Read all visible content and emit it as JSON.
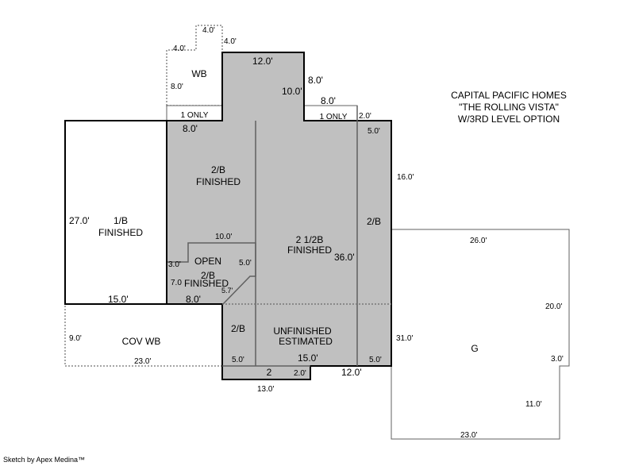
{
  "title_block": {
    "line1": "CAPITAL PACIFIC HOMES",
    "line2": "\"THE ROLLING VISTA\"",
    "line3": "W/3RD LEVEL OPTION"
  },
  "colors": {
    "area_fill": "#c0c0c0",
    "wall": "#000000",
    "interior_line": "#606060"
  },
  "rooms": {
    "wb": "WB",
    "one_only_left": "1 ONLY",
    "one_only_right": "1 ONLY",
    "first_b": [
      "1/B",
      "FINISHED"
    ],
    "second_b_upper": [
      "2/B",
      "FINISHED"
    ],
    "open": "OPEN",
    "second_b_open": [
      "2/B",
      "FINISHED"
    ],
    "two_half_b": [
      "2 1/2B",
      "FINISHED"
    ],
    "second_b_right": "2/B",
    "second_b_lower": "2/B",
    "unfinished": [
      "UNFINISHED",
      "ESTIMATED"
    ],
    "cov_wb": "COV WB",
    "two": "2",
    "garage": "G"
  },
  "dimensions": {
    "wb_top": "4.0'",
    "wb_step": "4.0'",
    "wb_right": "4.0'",
    "wb_left": "8.0'",
    "top_12": "12.0'",
    "top_10": "10.0'",
    "right_8v": "8.0'",
    "right_8h": "8.0'",
    "d_2": "2.0'",
    "d_5_top": "5.0'",
    "d_8_left": "8.0'",
    "d_16": "16.0'",
    "d_27": "27.0'",
    "d_10_open": "10.0'",
    "d_3": "3.0'",
    "d_5_open": "5.0'",
    "d_7": "7.0",
    "d_57": "5.7'",
    "d_8_bottom": "8.0'",
    "d_15_left": "15.0'",
    "d_36": "36.0'",
    "d_26": "26.0'",
    "d_20": "20.0'",
    "d_9": "9.0'",
    "d_23_cov": "23.0'",
    "d_5_lower_left": "5.0'",
    "d_15_lower": "15.0'",
    "d_5_lower_right": "5.0'",
    "d_31": "31.0'",
    "d_2_lower": "2.0'",
    "d_12_lower": "12.0'",
    "d_13": "13.0'",
    "d_3_g": "3.0'",
    "d_11": "11.0'",
    "d_23_g": "23.0'"
  },
  "footer": "Sketch by Apex Medina™"
}
